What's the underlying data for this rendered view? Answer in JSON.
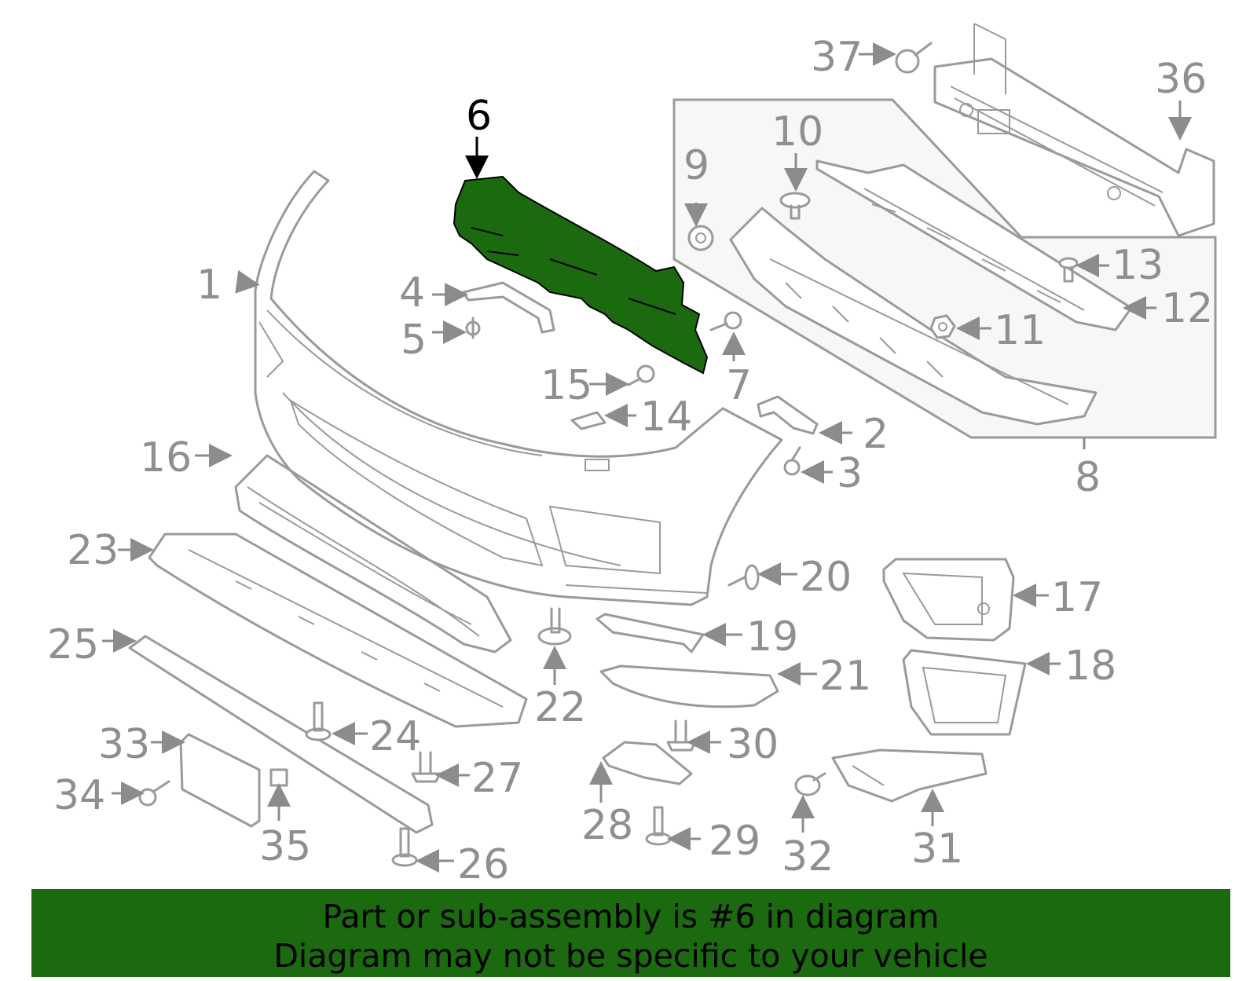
{
  "highlight": {
    "part_number": "6",
    "color": "#1b6a10"
  },
  "callouts": [
    "1",
    "2",
    "3",
    "4",
    "5",
    "6",
    "7",
    "8",
    "9",
    "10",
    "11",
    "12",
    "13",
    "14",
    "15",
    "16",
    "17",
    "18",
    "19",
    "20",
    "21",
    "22",
    "23",
    "24",
    "25",
    "26",
    "27",
    "28",
    "29",
    "30",
    "31",
    "32",
    "33",
    "34",
    "35",
    "36",
    "37"
  ],
  "banner": {
    "line1": "Part or sub-assembly is #6 in diagram",
    "line2": "Diagram may not be specific to your vehicle"
  }
}
